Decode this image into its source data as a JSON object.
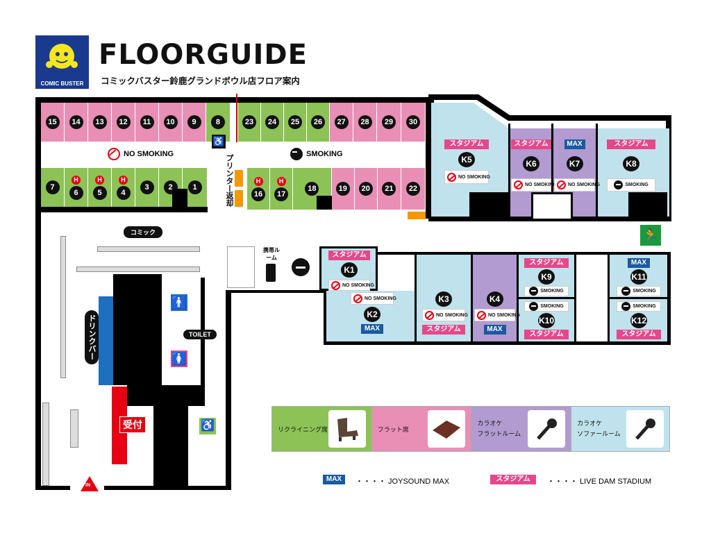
{
  "header": {
    "logo_text": "COMIC BUSTER",
    "title": "FLOORGUIDE",
    "subtitle": "コミックバスター鈴鹿グランドボウル店フロア案内"
  },
  "signs": {
    "no_smoking": "NO SMOKING",
    "smoking": "SMOKING",
    "comic": "コミック",
    "drink_bar": "ドリンクバー",
    "toilet": "TOILET",
    "reception": "受付",
    "entrance": "IN",
    "printer": "プリンター",
    "return": "返却",
    "phone_room": "携帯ルーム"
  },
  "seats": {
    "top_left": [
      "15",
      "14",
      "13",
      "12",
      "11",
      "10",
      "9",
      "8"
    ],
    "top_right": [
      "23",
      "24",
      "25",
      "26",
      "27",
      "28",
      "29",
      "30"
    ],
    "bottom_left": [
      "7",
      "6",
      "5",
      "4",
      "3",
      "2",
      "1"
    ],
    "bottom_right": [
      "16",
      "17",
      "18",
      "19",
      "20",
      "21",
      "22"
    ],
    "h_label": "H"
  },
  "karaoke_rooms": [
    {
      "id": "K5",
      "tag": "スタジアム",
      "sign": "NO SMOKING"
    },
    {
      "id": "K6",
      "tag": "スタジアム",
      "sign": "NO SMOKING"
    },
    {
      "id": "K7",
      "tag": "MAX",
      "sign": "NO SMOKING"
    },
    {
      "id": "K8",
      "tag": "スタジアム",
      "sign": "SMOKING"
    },
    {
      "id": "K1",
      "tag": "スタジアム",
      "sign": "NO SMOKING"
    },
    {
      "id": "K2",
      "tag": "MAX",
      "sign": "NO SMOKING"
    },
    {
      "id": "K3",
      "tag": "スタジアム",
      "sign": "NO SMOKING"
    },
    {
      "id": "K4",
      "tag": "MAX",
      "sign": "NO SMOKING"
    },
    {
      "id": "K9",
      "tag": "スタジアム",
      "sign": "SMOKING"
    },
    {
      "id": "K10",
      "tag": "スタジアム",
      "sign": "SMOKING"
    },
    {
      "id": "K11",
      "tag": "MAX",
      "sign": "SMOKING"
    },
    {
      "id": "K12",
      "tag": "スタジアム",
      "sign": "SMOKING"
    }
  ],
  "legend": {
    "items": [
      {
        "label": "リクライニング席",
        "color": "#8cc256"
      },
      {
        "label": "フラット席",
        "color": "#e98fb5"
      },
      {
        "label": "カラオケ\nフラットルーム",
        "color": "#b29bd0"
      },
      {
        "label": "カラオケ\nソファールーム",
        "color": "#bfe2ec"
      }
    ],
    "max_tag": "MAX",
    "max_desc": "・・・・ JOYSOUND MAX",
    "stadium_tag": "スタジアム",
    "stadium_desc": "・・・・ LIVE DAM STADIUM"
  },
  "colors": {
    "recliner": "#8cc256",
    "flat": "#e98fb5",
    "karaoke_flat": "#b29bd0",
    "karaoke_sofa": "#bfe2ec",
    "stadium_tag": "#e6478a",
    "max_tag": "#1a5aa0",
    "logo_bg": "#1a3a8f",
    "reception": "#e60012"
  }
}
